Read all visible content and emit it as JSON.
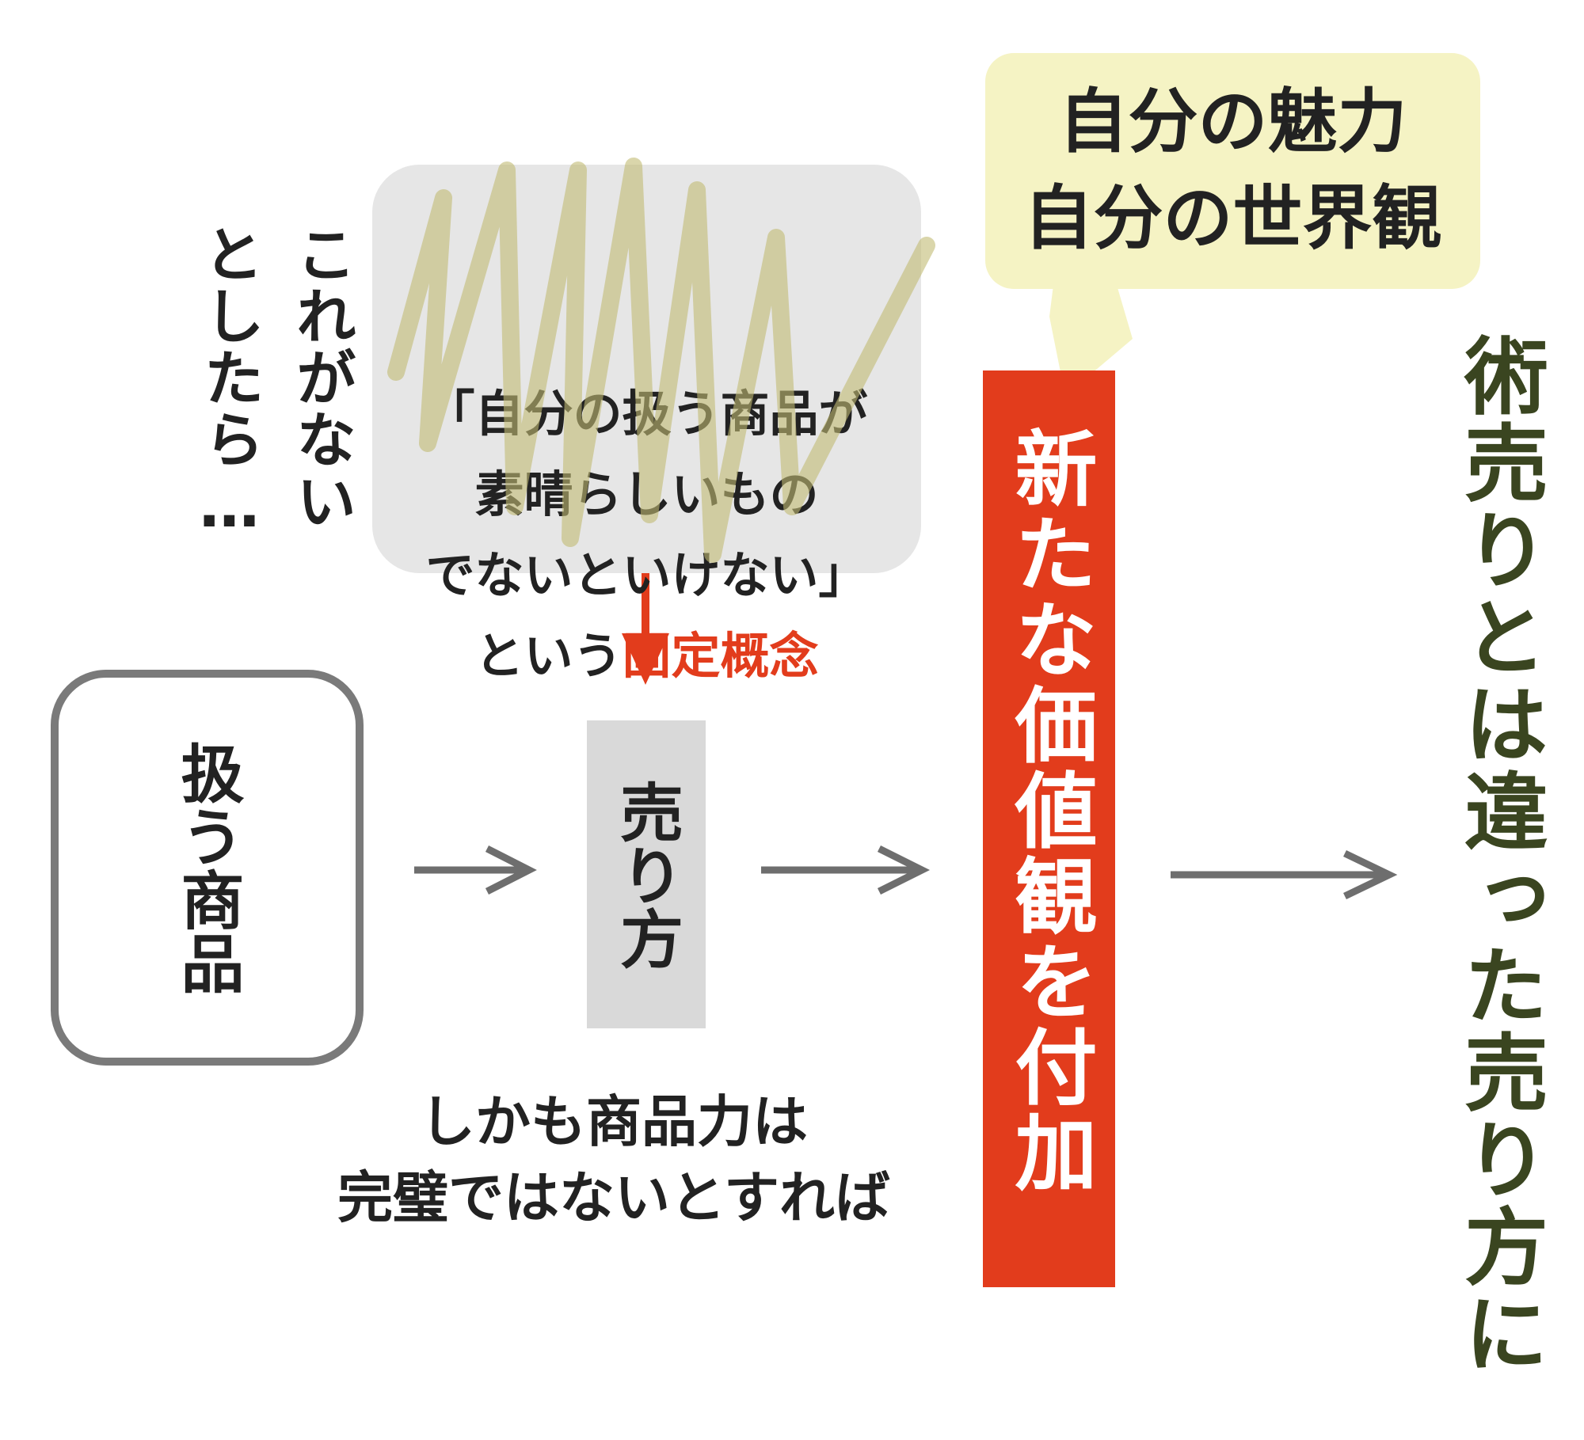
{
  "colors": {
    "accent_red": "#e23c1c",
    "result_green": "#3a4520",
    "bubble_gray": "#e6e6e6",
    "note_yellow": "#f5f3c4",
    "arrow_gray": "#6e6e6e"
  },
  "condition": {
    "line1": "これがない",
    "line2": "としたら…"
  },
  "fixed_idea": {
    "lines": [
      "「自分の扱う商品が",
      "素晴らしいもの",
      "でないといけない」"
    ],
    "prefix": "という",
    "highlight": "固定概念"
  },
  "product": {
    "label": "扱う商品"
  },
  "selling": {
    "label": "売り方"
  },
  "bottom_note": {
    "lines": [
      "しかも商品力は",
      "完璧ではないとすれば"
    ]
  },
  "appeal": {
    "lines": [
      "自分の魅力",
      "自分の世界観"
    ]
  },
  "value": {
    "label": "新たな価値観を付加"
  },
  "result": {
    "label": "術売りとは違った売り方に"
  }
}
